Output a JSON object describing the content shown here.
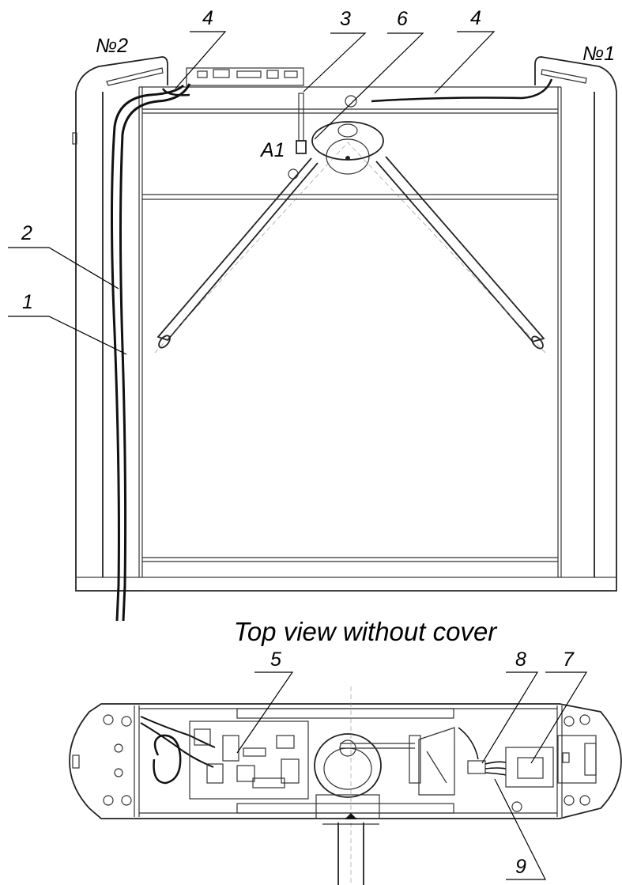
{
  "diagram": {
    "front_view": {
      "callouts": {
        "c1": "1",
        "c2": "2",
        "c3": "3",
        "c4a": "4",
        "c4b": "4",
        "c6": "6",
        "a1": "A1",
        "no2": "№2",
        "no1": "№1"
      }
    },
    "top_view": {
      "title": "Top view without cover",
      "callouts": {
        "c5": "5",
        "c7": "7",
        "c8": "8",
        "c9": "9"
      }
    }
  }
}
